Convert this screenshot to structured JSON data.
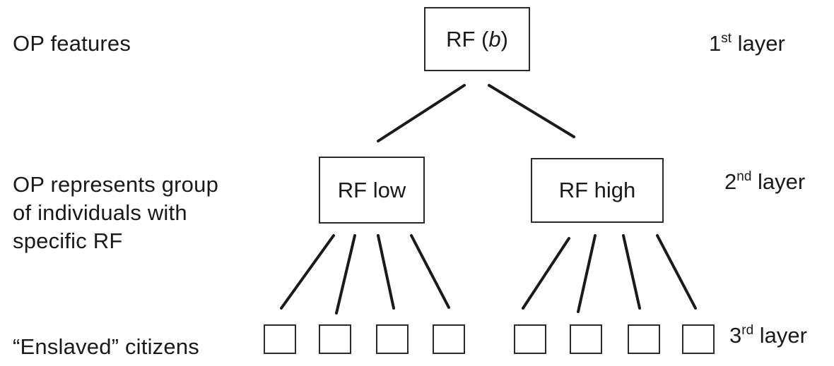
{
  "left_labels": {
    "row1": "OP features",
    "row2": "OP represents group of individuals with specific RF",
    "row2_lines": [
      "OP represents group",
      "of individuals with",
      "specific RF"
    ],
    "row3": "“Enslaved” citizens"
  },
  "layers": [
    {
      "num": "1",
      "sup": "st",
      "word": "layer"
    },
    {
      "num": "2",
      "sup": "nd",
      "word": "layer"
    },
    {
      "num": "3",
      "sup": "rd",
      "word": "layer"
    }
  ],
  "nodes": {
    "root": {
      "prefix": "RF (",
      "italic": "b",
      "suffix": ")"
    },
    "low": "RF low",
    "high": "RF high"
  },
  "leaf_count_per_group": 4
}
